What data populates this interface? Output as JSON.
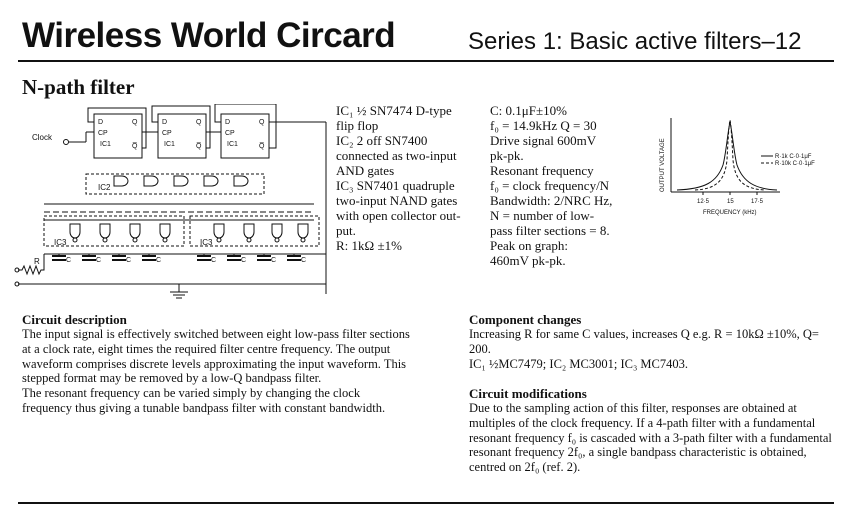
{
  "header": {
    "title": "Wireless World Circard",
    "series": "Series 1: Basic active filters–12"
  },
  "subtitle": "N-path filter",
  "circuit": {
    "clock_label": "Clock",
    "ff_pins": [
      "D",
      "Q",
      "CP",
      "Q̅"
    ],
    "ff_ic": "IC1",
    "ic2": "IC2",
    "ic3": "IC3",
    "r_label": "R",
    "c_label": "C"
  },
  "specs": {
    "col1": [
      "IC₁ ½ SN7474 D-type",
      "flip flop",
      "IC₂ 2 off SN7400",
      "connected as two-input",
      "AND gates",
      "IC₃ SN7401 quadruple",
      "two-input NAND gates",
      "with open collector out-",
      "put.",
      "R: 1kΩ ±1%"
    ],
    "col2": [
      "C: 0.1μF±10%",
      "f₀ = 14.9kHz Q = 30",
      "Drive signal 600mV",
      "pk-pk.",
      "Resonant frequency",
      "f₀ = clock frequency/N",
      "Bandwidth: 2/NRC Hz,",
      "N = number of low-",
      "pass filter sections = 8.",
      "Peak on graph:",
      "460mV pk-pk."
    ]
  },
  "graph": {
    "ylabel": "OUTPUT VOLTAGE",
    "xlabel": "FREQUENCY (kHz)",
    "xticks": [
      "12·5",
      "15",
      "17·5"
    ],
    "legend": [
      "R·1k  C·0·1μF",
      "R·10k  C·0·1μF"
    ]
  },
  "description": {
    "heading": "Circuit description",
    "text1": "The input signal is effectively switched between eight low-pass filter sections at a clock rate, eight times the required filter centre frequency.  The output waveform comprises discrete levels approximating the input waveform.  This stepped format may be removed by a low-Q bandpass filter.",
    "text2": "The resonant frequency can be varied simply by changing the clock frequency thus giving a tunable bandpass filter with constant bandwidth."
  },
  "changes": {
    "heading": "Component changes",
    "text1": "Increasing R for same C values, increases Q e.g. R = 10kΩ ±10%, Q= 200.",
    "text2": "IC₁ ½MC7479; IC₂ MC3001; IC₃ MC7403."
  },
  "modifications": {
    "heading": "Circuit modifications",
    "text": "Due to the sampling action of this filter, responses are obtained at multiples of the clock frequency.  If a 4-path filter with a fundamental resonant frequency f₀ is cascaded with a 3-path filter with a fundamental resonant frequency 2f₀, a single bandpass characteristic is obtained, centred on 2f₀ (ref. 2)."
  }
}
